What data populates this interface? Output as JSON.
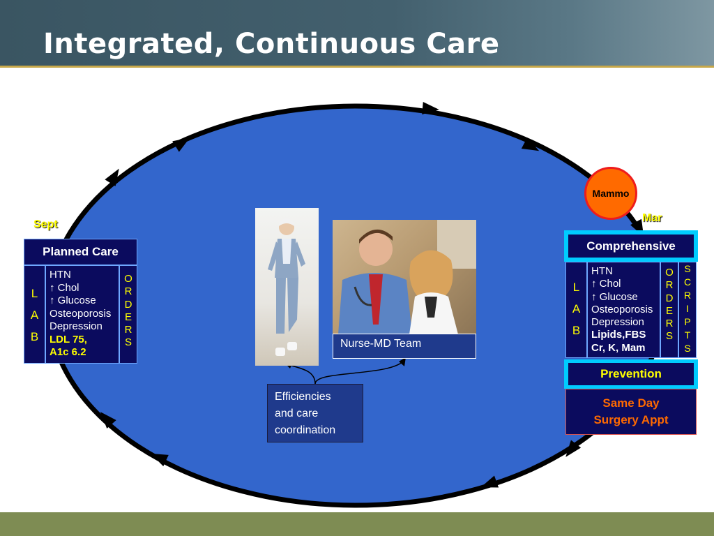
{
  "title": "Integrated, Continuous Care",
  "months": {
    "left": "Sept",
    "right": "Mar"
  },
  "left_panel": {
    "header": "Planned Care",
    "lab": [
      "L",
      "A",
      "B"
    ],
    "items": [
      "HTN",
      "↑ Chol",
      "↑ Glucose",
      "Osteoporosis",
      "Depression"
    ],
    "results": [
      "LDL 75,",
      "A1c 6.2"
    ],
    "orders": [
      "O",
      "R",
      "D",
      "E",
      "R",
      "S"
    ]
  },
  "right_panel": {
    "header": "Comprehensive",
    "lab": [
      "L",
      "A",
      "B"
    ],
    "items": [
      "HTN",
      "↑ Chol",
      "↑ Glucose",
      "Osteoporosis",
      "Depression"
    ],
    "results": [
      "Lipids,FBS",
      "Cr, K, Mam"
    ],
    "orders": [
      "O",
      "R",
      "D",
      "E",
      "R",
      "S"
    ],
    "scripts": [
      "S",
      "C",
      "R",
      "I",
      "P",
      "T",
      "S"
    ],
    "prevention": "Prevention",
    "same_day": [
      "Same Day",
      "Surgery Appt"
    ]
  },
  "mammo": "Mammo",
  "nurse_team": "Nurse-MD Team",
  "efficiencies": [
    "Efficiencies",
    "and care",
    "coordination"
  ],
  "colors": {
    "cycle_fill": "#3366cc",
    "cycle_stroke": "#000000",
    "panel": "#0b0b5e",
    "accent_yellow": "#ffff00",
    "accent_orange": "#ff6a00",
    "cyan_border": "#00ccff"
  }
}
